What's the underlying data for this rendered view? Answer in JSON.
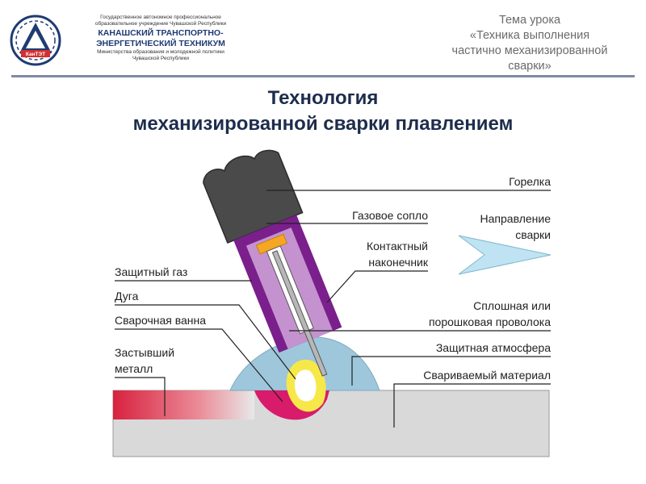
{
  "header": {
    "org_line1": "Государственное автономное профессиональное",
    "org_line2": "образовательное учреждение Чувашской Республики",
    "org_name_1": "КАНАШСКИЙ ТРАНСПОРТНО-",
    "org_name_2": "ЭНЕРГЕТИЧЕСКИЙ ТЕХНИКУМ",
    "org_line3": "Министерства образования и молодежной политики",
    "org_line4": "Чувашской Республики",
    "logo_text": "КанТЭТ",
    "topic_label": "Тема урока",
    "topic_1": "«Техника выполнения",
    "topic_2": "частично механизированной",
    "topic_3": "сварки»"
  },
  "title": {
    "line1": "Технология",
    "line2": "механизированной сварки плавлением"
  },
  "labels": {
    "torch": "Горелка",
    "nozzle": "Газовое сопло",
    "direction_1": "Направление",
    "direction_2": "сварки",
    "contact_1": "Контактный",
    "contact_2": "наконечник",
    "shield_gas": "Защитный газ",
    "arc": "Дуга",
    "weld_pool": "Сварочная ванна",
    "wire_1": "Сплошная или",
    "wire_2": "порошковая проволока",
    "atmosphere": "Защитная атмосфера",
    "solid_1": "Застывший",
    "solid_2": "металл",
    "base_material": "Свариваемый материал"
  },
  "colors": {
    "torch_body": "#4a4a4a",
    "nozzle": "#7a1f8c",
    "gas": "#c493cf",
    "tip": "#f5a623",
    "atmosphere": "#9ec7dc",
    "base": "#d9d9d9",
    "pool": "#d81b6a",
    "arc": "#f7e84a",
    "arrow": "#bfe3f2",
    "accent": "#1f3b73"
  }
}
